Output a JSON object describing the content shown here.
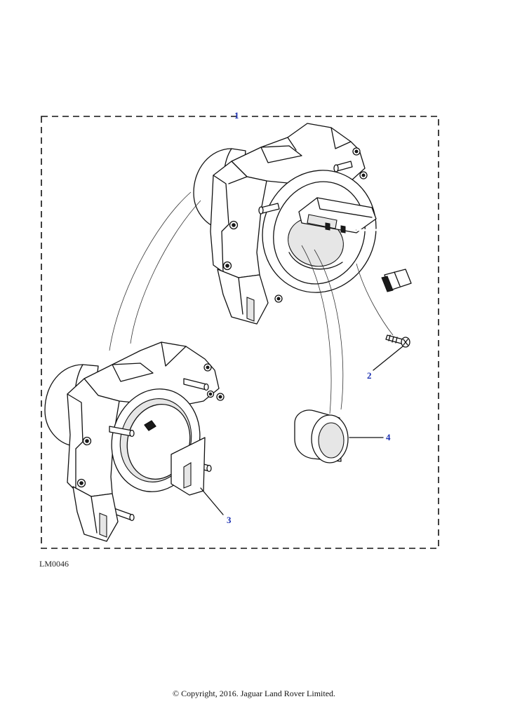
{
  "callouts": {
    "kit": "1",
    "screw": "2",
    "lower_housing": "3",
    "bush": "4"
  },
  "reference_code": "LM0046",
  "copyright": "© Copyright, 2016. Jaguar Land Rover Limited.",
  "colors": {
    "callout_text": "#1a2fb0",
    "line_art": "#111111",
    "background": "#ffffff"
  }
}
